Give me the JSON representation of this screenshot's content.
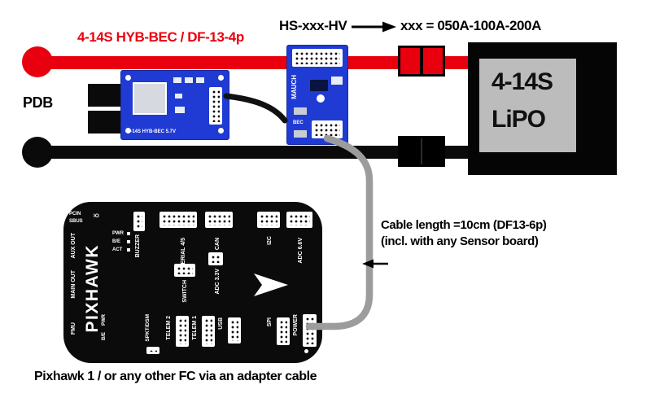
{
  "colors": {
    "wire_red": "#e8000f",
    "pcb_blue": "#1f3bd4",
    "cable_gray": "#9c9c9c",
    "lipo_label_bg": "#bcbcbc",
    "board_black": "#0b0b0b"
  },
  "annotations": {
    "bec_title": "4-14S HYB-BEC / DF-13-4p",
    "sensor_title": "HS-xxx-HV",
    "sensor_variants": "xxx = 050A-100A-200A",
    "pdb": "PDB",
    "cable_note_1": "Cable length =10cm (DF13-6p)",
    "cable_note_2": "(incl. with any Sensor board)",
    "caption": "Pixhawk 1 / or any other FC via an adapter cable"
  },
  "lipo": {
    "line1": "4-14S",
    "line2": "LiPO"
  },
  "bec_board": {
    "silk": "4-14S HYB-BEC 5.7V"
  },
  "sensor_board": {
    "brand": "MAUCH",
    "silk": "BEC"
  },
  "pixhawk": {
    "brand": "PIXHAWK",
    "corner_labels": {
      "pcin": "PCIN",
      "sbus": "SBUS",
      "io": "IO"
    },
    "edge_labels": {
      "aux_out": "AUX OUT",
      "main_out": "MAIN OUT",
      "fmu": "FMU",
      "pwr": "PWR",
      "be": "B/E"
    },
    "led_labels": {
      "pwr": "PWR",
      "be": "B/E",
      "act": "ACT"
    },
    "ports": {
      "buzzer": "BUZZER",
      "serial45": "SERIAL 4/5",
      "can": "CAN",
      "i2c": "I2C",
      "adc66": "ADC 6.6V",
      "switch": "SWITCH",
      "adc33": "ADC 3.3V",
      "spkt_dsm": "SPKT/DSM",
      "telem2": "TELEM 2",
      "telem1": "TELEM 1",
      "usb": "USB",
      "spi": "SPI",
      "power": "POWER"
    }
  }
}
